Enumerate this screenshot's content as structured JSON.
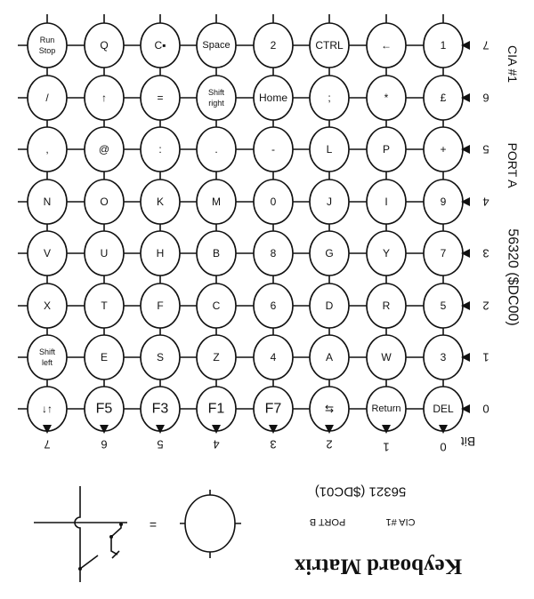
{
  "title": "Keyboard Matrix",
  "port_a": {
    "chip": "CIA #1",
    "port": "PORT A",
    "address": "56320 ($DC00)"
  },
  "port_b": {
    "chip": "CIA #1",
    "port": "PORT B",
    "address": "56321 ($DC01)"
  },
  "bit_label": "Bit",
  "legend_equals": "=",
  "row_bits": [
    "7",
    "6",
    "5",
    "4",
    "3",
    "2",
    "1",
    "0"
  ],
  "column_bits": [
    "7",
    "6",
    "5",
    "4",
    "3",
    "2",
    "1",
    "0"
  ],
  "rows": [
    [
      [
        "Run",
        "Stop"
      ],
      [
        "Q"
      ],
      [
        "C▪"
      ],
      [
        "Space"
      ],
      [
        "2"
      ],
      [
        "CTRL"
      ],
      [
        "←"
      ],
      [
        "1"
      ]
    ],
    [
      [
        "/"
      ],
      [
        "↑"
      ],
      [
        "="
      ],
      [
        "Shift",
        "right"
      ],
      [
        "Home"
      ],
      [
        ";"
      ],
      [
        "*"
      ],
      [
        "£"
      ]
    ],
    [
      [
        ","
      ],
      [
        "@"
      ],
      [
        ":"
      ],
      [
        "."
      ],
      [
        "-"
      ],
      [
        "L"
      ],
      [
        "P"
      ],
      [
        "+"
      ]
    ],
    [
      [
        "N"
      ],
      [
        "O"
      ],
      [
        "K"
      ],
      [
        "M"
      ],
      [
        "0"
      ],
      [
        "J"
      ],
      [
        "I"
      ],
      [
        "9"
      ]
    ],
    [
      [
        "V"
      ],
      [
        "U"
      ],
      [
        "H"
      ],
      [
        "B"
      ],
      [
        "8"
      ],
      [
        "G"
      ],
      [
        "Y"
      ],
      [
        "7"
      ]
    ],
    [
      [
        "X"
      ],
      [
        "T"
      ],
      [
        "F"
      ],
      [
        "C"
      ],
      [
        "6"
      ],
      [
        "D"
      ],
      [
        "R"
      ],
      [
        "5"
      ]
    ],
    [
      [
        "Shift",
        "left"
      ],
      [
        "E"
      ],
      [
        "S"
      ],
      [
        "Z"
      ],
      [
        "4"
      ],
      [
        "A"
      ],
      [
        "W"
      ],
      [
        "3"
      ]
    ],
    [
      [
        "↓↑"
      ],
      [
        "F5"
      ],
      [
        "F3"
      ],
      [
        "F1"
      ],
      [
        "F7"
      ],
      [
        "⇆"
      ],
      [
        "Return"
      ],
      [
        "DEL"
      ]
    ]
  ]
}
